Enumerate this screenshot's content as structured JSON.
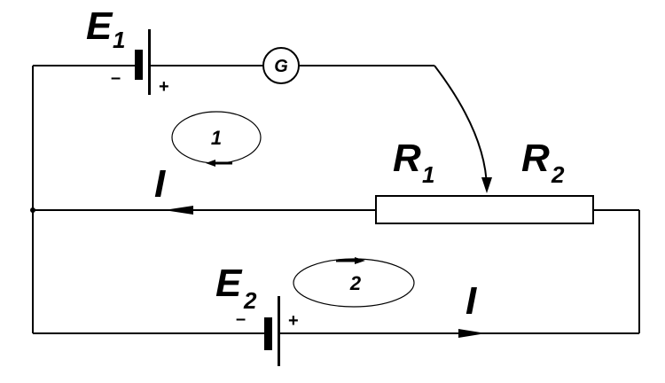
{
  "labels": {
    "e1": "E",
    "e1_sub": "1",
    "e2": "E",
    "e2_sub": "2",
    "r1": "R",
    "r1_sub": "1",
    "r2": "R",
    "r2_sub": "2",
    "current_top": "I",
    "current_bottom": "I",
    "galvanometer": "G",
    "loop1": "1",
    "loop2": "2",
    "e1_minus": "–",
    "e1_plus": "+",
    "e2_minus": "–",
    "e2_plus": "+"
  },
  "icons": {
    "battery": "battery-icon",
    "galvanometer": "galvanometer-icon",
    "resistor": "resistor-icon",
    "arrow": "arrow-icon"
  },
  "colors": {
    "stroke": "#000000",
    "background": "#ffffff"
  }
}
